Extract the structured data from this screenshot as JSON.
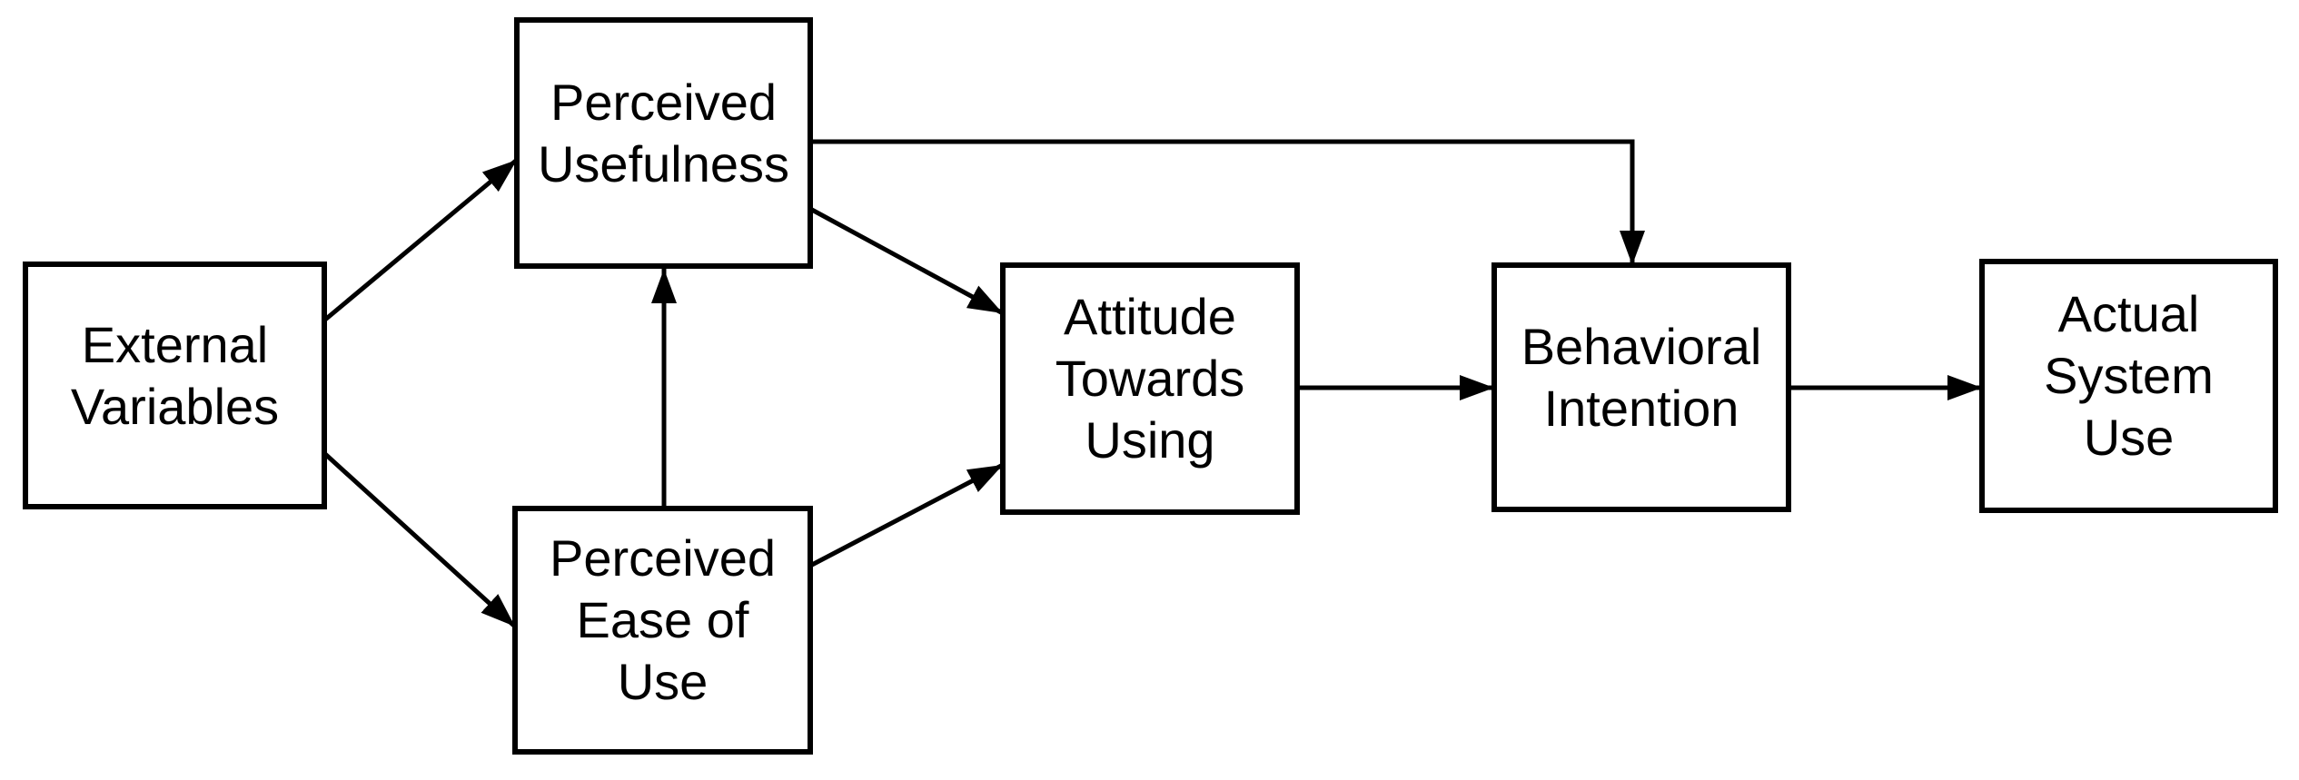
{
  "colors": {
    "stroke": "#000000",
    "background": "#ffffff"
  },
  "nodes": {
    "external_variables": {
      "label": "External\nVariables"
    },
    "perceived_usefulness": {
      "label": "Perceived\nUsefulness"
    },
    "perceived_ease_of_use": {
      "label": "Perceived\nEase of\nUse"
    },
    "attitude_towards_using": {
      "label": "Attitude\nTowards\nUsing"
    },
    "behavioral_intention": {
      "label": "Behavioral\nIntention"
    },
    "actual_system_use": {
      "label": "Actual\nSystem\nUse"
    }
  },
  "edges": [
    {
      "from": "external_variables",
      "to": "perceived_usefulness",
      "shape": "straight-diagonal",
      "arrowhead": "solid-triangle"
    },
    {
      "from": "external_variables",
      "to": "perceived_ease_of_use",
      "shape": "straight-diagonal",
      "arrowhead": "solid-triangle"
    },
    {
      "from": "perceived_ease_of_use",
      "to": "perceived_usefulness",
      "shape": "straight-vertical",
      "arrowhead": "solid-triangle"
    },
    {
      "from": "perceived_usefulness",
      "to": "attitude_towards_using",
      "shape": "straight-diagonal",
      "arrowhead": "solid-triangle"
    },
    {
      "from": "perceived_ease_of_use",
      "to": "attitude_towards_using",
      "shape": "straight-diagonal",
      "arrowhead": "solid-triangle"
    },
    {
      "from": "attitude_towards_using",
      "to": "behavioral_intention",
      "shape": "straight-horizontal",
      "arrowhead": "solid-triangle"
    },
    {
      "from": "behavioral_intention",
      "to": "actual_system_use",
      "shape": "straight-horizontal",
      "arrowhead": "solid-triangle"
    },
    {
      "from": "perceived_usefulness",
      "to": "behavioral_intention",
      "shape": "elbow-right-then-down",
      "arrowhead": "solid-triangle"
    }
  ]
}
